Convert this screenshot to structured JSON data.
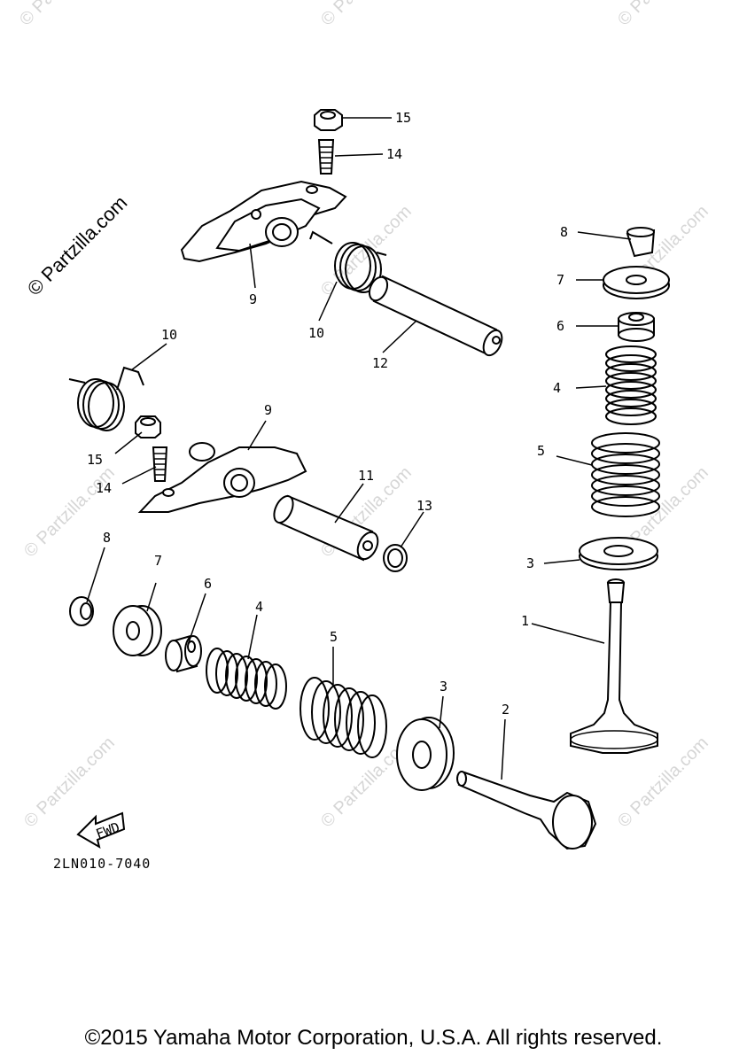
{
  "watermark": {
    "main": "© Partzilla.com",
    "repeat": "© Partzilla.com"
  },
  "diagram_code": "2LN010-7040",
  "fwd_label": "FWD",
  "callouts": {
    "c1": "1",
    "c2": "2",
    "c3a": "3",
    "c3b": "3",
    "c4a": "4",
    "c4b": "4",
    "c5a": "5",
    "c5b": "5",
    "c6a": "6",
    "c6b": "6",
    "c7a": "7",
    "c7b": "7",
    "c8a": "8",
    "c8b": "8",
    "c9a": "9",
    "c9b": "9",
    "c10a": "10",
    "c10b": "10",
    "c11": "11",
    "c12": "12",
    "c13": "13",
    "c14a": "14",
    "c14b": "14",
    "c15a": "15",
    "c15b": "15"
  },
  "footer": "©2015 Yamaha Motor Corporation, U.S.A. All rights reserved."
}
